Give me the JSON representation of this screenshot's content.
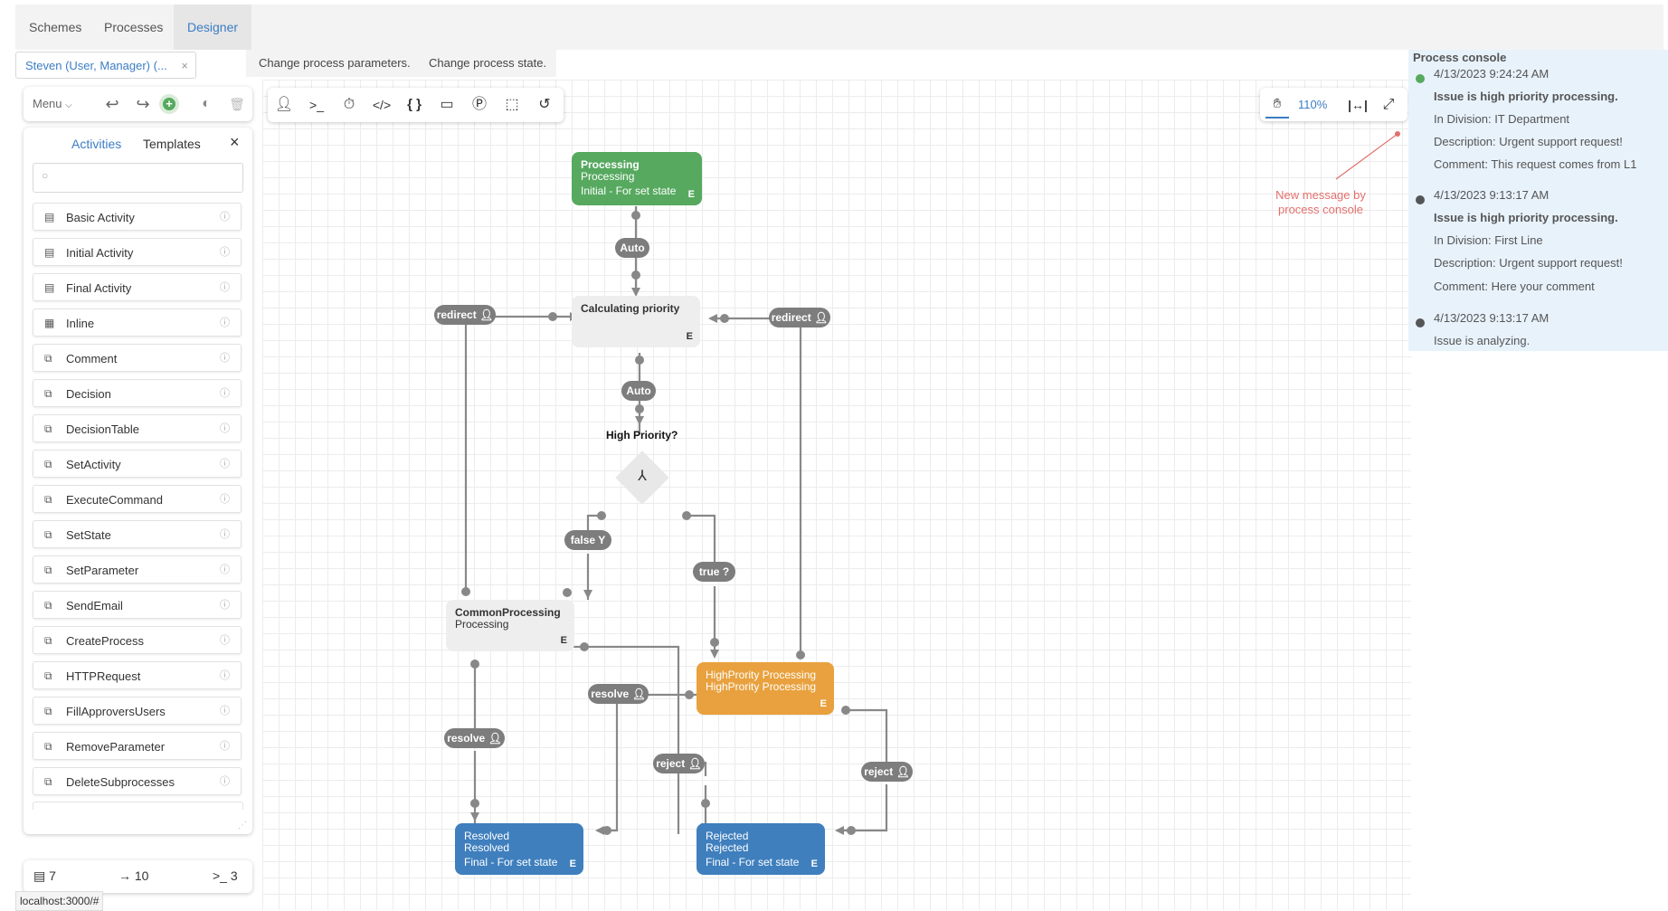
{
  "tabs": [
    {
      "label": "Schemes"
    },
    {
      "label": "Processes"
    },
    {
      "label": "Designer"
    }
  ],
  "user_chip": {
    "label": "Steven (User, Manager) (...",
    "close": "×"
  },
  "commands": [
    "Change process parameters.",
    "Change process state."
  ],
  "left_toolbar": {
    "menu": "Menu"
  },
  "panel": {
    "tab_activities": "Activities",
    "tab_templates": "Templates",
    "close": "×",
    "search_placeholder": "",
    "items": [
      "Basic Activity",
      "Initial Activity",
      "Final Activity",
      "Inline",
      "Comment",
      "Decision",
      "DecisionTable",
      "SetActivity",
      "ExecuteCommand",
      "SetState",
      "SetParameter",
      "SendEmail",
      "CreateProcess",
      "HTTPRequest",
      "FillApproversUsers",
      "RemoveParameter",
      "DeleteSubprocesses"
    ]
  },
  "bottom_stats": {
    "activities": "7",
    "transitions": "10",
    "commands": "3"
  },
  "status_url": "localhost:3000/#",
  "zoom": "110%",
  "console": {
    "title": "Process console",
    "entries": [
      {
        "time": "4/13/2023 9:24:24 AM",
        "color": "#56a95f",
        "lines": [
          "Issue is high priority processing.",
          "In Division: IT Department",
          "Description: Urgent support request!",
          "Comment: This request comes from L1"
        ]
      },
      {
        "time": "4/13/2023 9:13:17 AM",
        "color": "#555555",
        "lines": [
          "Issue is high priority processing.",
          "In Division: First Line",
          "Description: Urgent support request!",
          "Comment: Here your comment"
        ]
      },
      {
        "time": "4/13/2023 9:13:17 AM",
        "color": "#555555",
        "lines": [
          "Issue is analyzing."
        ]
      }
    ]
  },
  "annotation": "New message by process console",
  "nodes": {
    "processing": {
      "title": "Processing",
      "state": "Processing",
      "sub": "Initial - For set state",
      "e": "E"
    },
    "calculating": {
      "title": "Calculating priority",
      "e": "E"
    },
    "decision": {
      "title": "High Priority?"
    },
    "common": {
      "title": "CommonProcessing",
      "state": "Processing",
      "e": "E"
    },
    "high": {
      "title": "HighPrority Processing",
      "state": "HighPrority Processing",
      "e": "E"
    },
    "resolved": {
      "title": "Resolved",
      "state": "Resolved",
      "sub": "Final - For set state",
      "e": "E"
    },
    "rejected": {
      "title": "Rejected",
      "state": "Rejected",
      "sub": "Final - For set state",
      "e": "E"
    }
  },
  "transitions": {
    "auto1": "Auto",
    "auto2": "Auto",
    "redirect_left": "redirect",
    "redirect_right": "redirect",
    "false": "false",
    "true": "true",
    "resolve_left": "resolve",
    "resolve_mid": "resolve",
    "reject_mid": "reject",
    "reject_right": "reject"
  },
  "colors": {
    "accent": "#3b7dc4",
    "initial": "#56a95f",
    "final": "#3f7fbd",
    "highpriority": "#e8a13e"
  }
}
